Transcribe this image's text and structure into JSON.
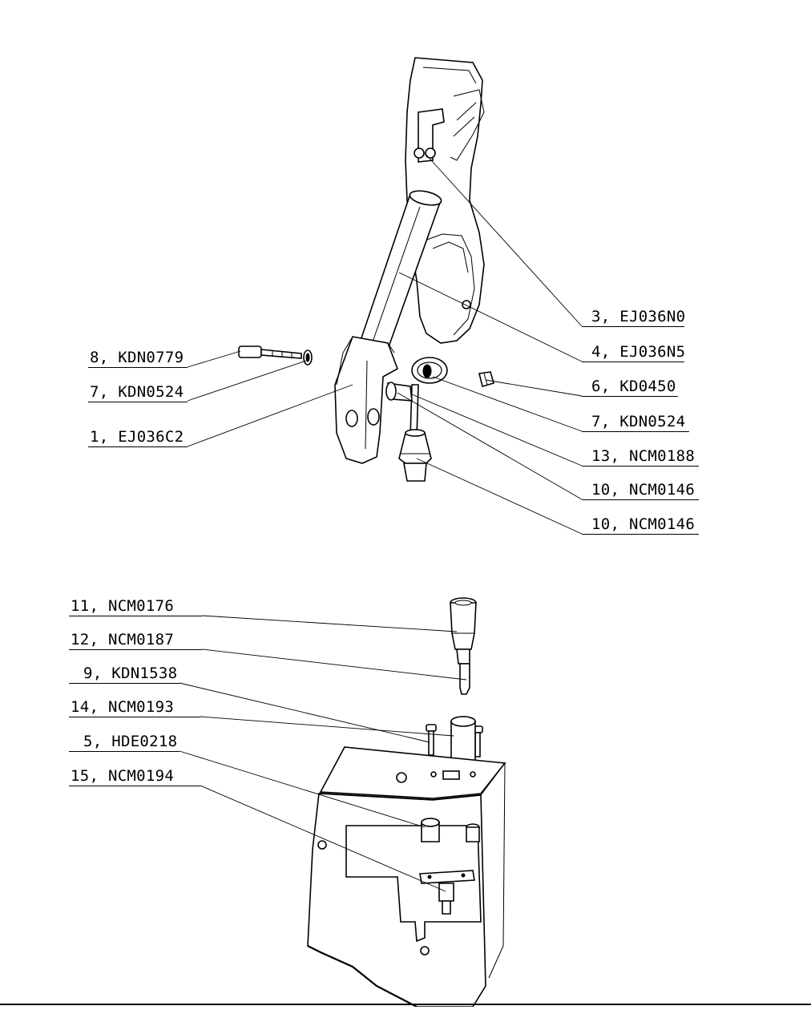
{
  "callouts": {
    "c3": "3, EJ036N0",
    "c4": "4, EJ036N5",
    "c8": "8, KDN0779",
    "c6": "6, KD0450",
    "c7a": "7, KDN0524",
    "c7b": "7, KDN0524",
    "c1": "1, EJ036C2",
    "c13": "13, NCM0188",
    "c10a": "10, NCM0146",
    "c10b": "10, NCM0146",
    "c11": "11, NCM0176",
    "c12": "12, NCM0187",
    "c9": "9, KDN1538",
    "c14": "14, NCM0193",
    "c5": "5, HDE0218",
    "c15": "15, NCM0194"
  },
  "style": {
    "line_color": "#000000",
    "background": "#ffffff"
  }
}
